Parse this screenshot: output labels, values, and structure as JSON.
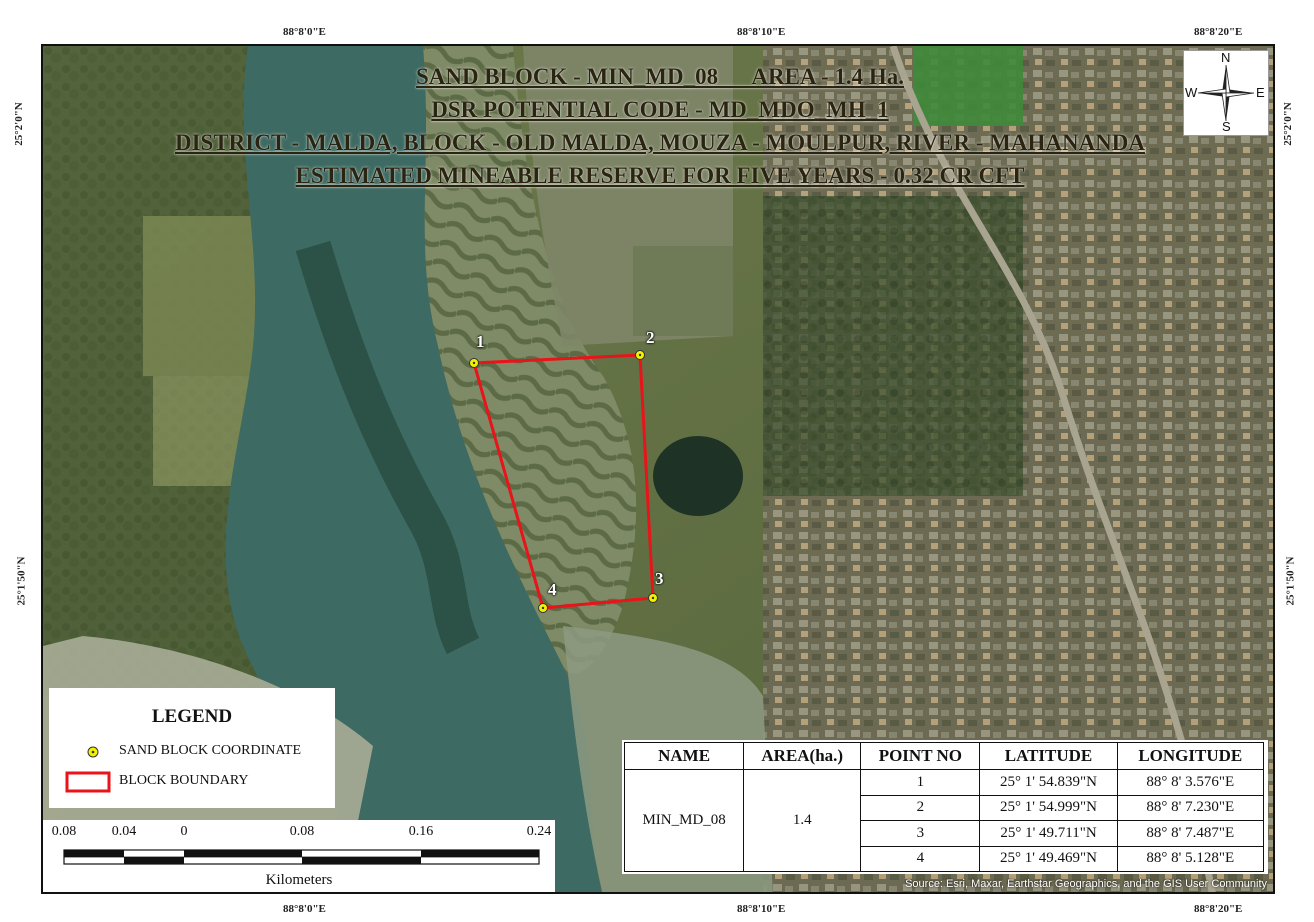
{
  "frame": {
    "top_labels": [
      "88°8'0\"E",
      "88°8'10\"E",
      "88°8'20\"E"
    ],
    "bottom_labels": [
      "88°8'0\"E",
      "88°8'10\"E",
      "88°8'20\"E"
    ],
    "left_labels": [
      "25°2'0\"N",
      "25°1'50\"N"
    ],
    "right_labels": [
      "25°2'0\"N",
      "25°1'50\"N"
    ]
  },
  "titles": [
    "SAND BLOCK - MIN_MD_08      AREA - 1.4 Ha.",
    "DSR POTENTIAL CODE - MD_MDO_MH_1",
    "DISTRICT - MALDA, BLOCK - OLD MALDA, MOUZA - MOULPUR, RIVER - MAHANANDA",
    "ESTIMATED MINEABLE RESERVE FOR FIVE YEARS - 0.32 CR CFT"
  ],
  "north_arrow": {
    "n": "N",
    "s": "S",
    "e": "E",
    "w": "W",
    "icon": "compass-rose-icon"
  },
  "points": [
    {
      "label": "1"
    },
    {
      "label": "2"
    },
    {
      "label": "3"
    },
    {
      "label": "4"
    }
  ],
  "legend": {
    "title": "LEGEND",
    "items": [
      {
        "label": "SAND BLOCK COORDINATE",
        "icon": "coordinate-point-icon",
        "color": "#f2f200"
      },
      {
        "label": "BLOCK BOUNDARY",
        "icon": "boundary-rect-icon",
        "color": "#e8141a"
      }
    ]
  },
  "scale_bar": {
    "ticks": [
      "0.08",
      "0.04",
      "0",
      "0.08",
      "0.16",
      "0.24"
    ],
    "unit": "Kilometers"
  },
  "table": {
    "headers": [
      "NAME",
      "AREA(ha.)",
      "POINT NO",
      "LATITUDE",
      "LONGITUDE"
    ],
    "name": "MIN_MD_08",
    "area": "1.4",
    "rows": [
      {
        "point": "1",
        "lat": "25° 1' 54.839\"N",
        "lon": "88° 8' 3.576\"E"
      },
      {
        "point": "2",
        "lat": "25° 1' 54.999\"N",
        "lon": "88° 8' 7.230\"E"
      },
      {
        "point": "3",
        "lat": "25° 1' 49.711\"N",
        "lon": "88° 8' 7.487\"E"
      },
      {
        "point": "4",
        "lat": "25° 1' 49.469\"N",
        "lon": "88° 8' 5.128\"E"
      }
    ]
  },
  "credit": "Source: Esri, Maxar, Earthstar Geographics, and the GIS User Community",
  "colors": {
    "boundary": "#e8141a",
    "point_fill": "#f2f200",
    "river": "#3d6a62"
  }
}
